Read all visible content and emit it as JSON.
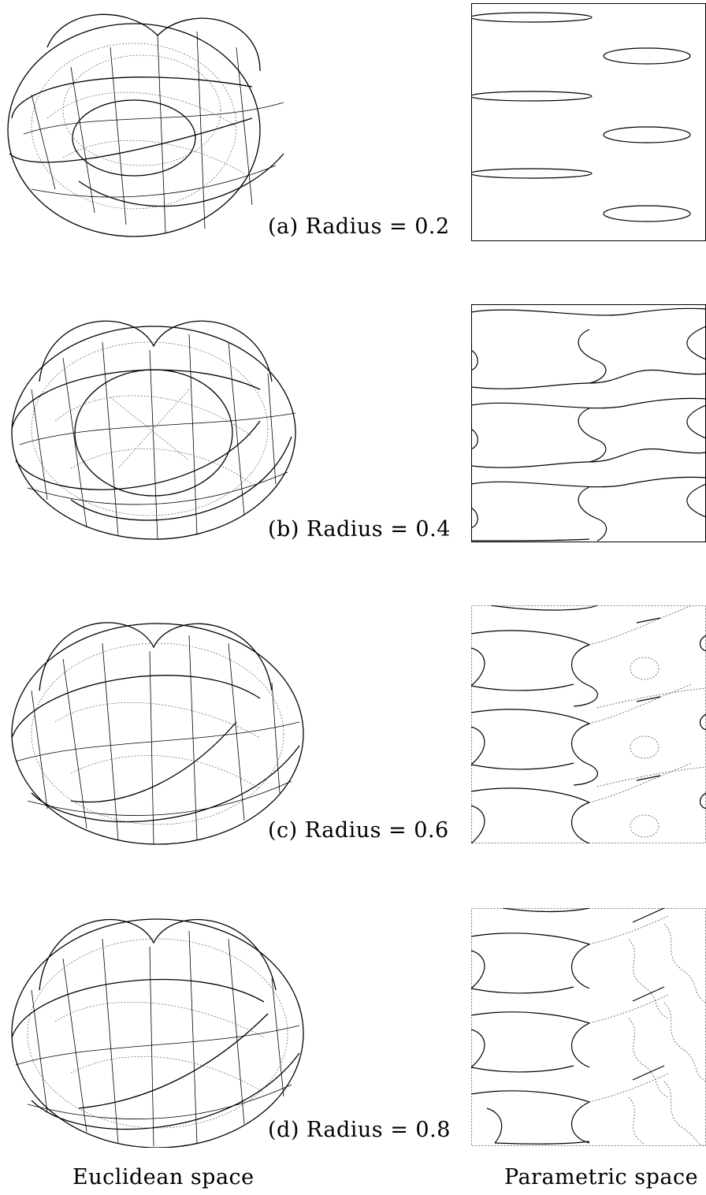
{
  "panels": [
    {
      "id": "a",
      "caption": "(a) Radius = 0.2",
      "radius": 0.2
    },
    {
      "id": "b",
      "caption": "(b) Radius = 0.4",
      "radius": 0.4
    },
    {
      "id": "c",
      "caption": "(c) Radius = 0.6",
      "radius": 0.6
    },
    {
      "id": "d",
      "caption": "(d) Radius = 0.8",
      "radius": 0.8
    }
  ],
  "columns": {
    "left_label": "Euclidean space",
    "right_label": "Parametric space"
  }
}
